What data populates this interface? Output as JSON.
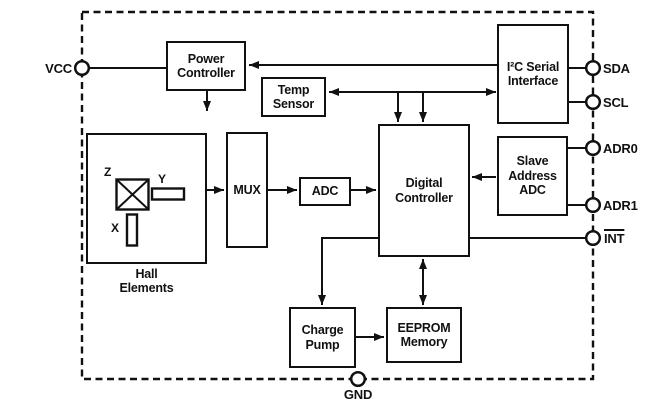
{
  "blocks": {
    "power_controller": "Power\nController",
    "temp_sensor": "Temp\nSensor",
    "i2c_serial_interface": "I²C Serial\nInterface",
    "hall_elements": "Hall\nElements",
    "mux": "MUX",
    "adc": "ADC",
    "digital_controller": "Digital\nController",
    "slave_address_adc": "Slave\nAddress\nADC",
    "charge_pump": "Charge\nPump",
    "eeprom_memory": "EEPROM\nMemory"
  },
  "hall_axes": {
    "z": "Z",
    "y": "Y",
    "x": "X"
  },
  "pins": {
    "vcc": "VCC",
    "sda": "SDA",
    "scl": "SCL",
    "adr0": "ADR0",
    "adr1": "ADR1",
    "int": "INT",
    "gnd": "GND"
  },
  "colors": {
    "ink": "#111111",
    "background": "#ffffff"
  }
}
